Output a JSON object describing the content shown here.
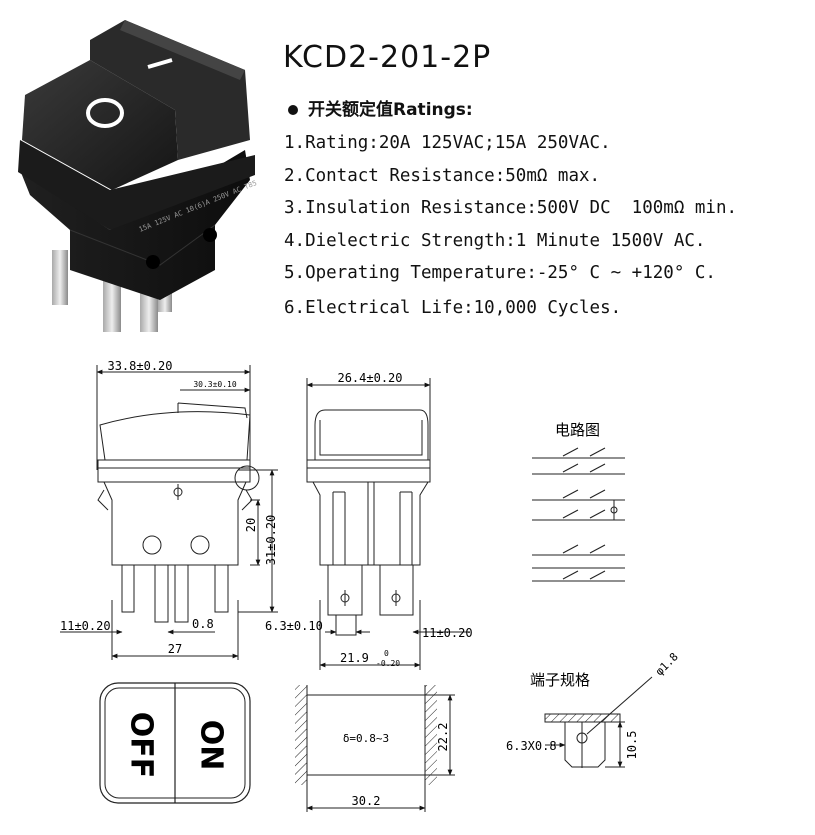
{
  "model": "KCD2-201-2P",
  "ratings_heading": "开关额定值Ratings:",
  "specs": [
    "1.Rating:20A 125VAC;15A 250VAC.",
    "2.Contact Resistance:50mΩ max.",
    "3.Insulation Resistance:500V DC  100mΩ min.",
    "4.Dielectric Strength:1 Minute 1500V AC.",
    "5.Operating Temperature:-25° C ~ +120° C.",
    "6.Electrical Life:10,000 Cycles."
  ],
  "photo": {
    "rocker_off_symbol": "O",
    "rocker_on_symbol": "I",
    "housing_marking": "15A 125V AC 10(6)A 250V AC T85"
  },
  "front_view": {
    "width_dim": "33.8±0.20",
    "inner_width_dim": "30.3±0.10",
    "height_dim": "31±0.20",
    "inner_height_dim": "20",
    "terminal_pitch_dim": "0.8",
    "left_offset_dim": "11±0.20",
    "body_width_dim": "27"
  },
  "side_view": {
    "width_dim": "26.4±0.20",
    "terminal_offset_dim": "6.3±0.10",
    "right_offset_dim": "11±0.20",
    "bottom_dim_main": "21.9",
    "bottom_dim_upper_tol": "0",
    "bottom_dim_lower_tol": "-0.20"
  },
  "circuit_title": "电路图",
  "terminal_spec_title": "端子规格",
  "terminal": {
    "size": "6.3X0.8",
    "hole_dim": "φ1.8",
    "length_dim": "10.5"
  },
  "panel_cutout": {
    "thickness": "δ=0.8~3",
    "width": "30.2",
    "height": "22.2"
  },
  "top_view": {
    "off_label": "OFF",
    "on_label": "ON"
  }
}
